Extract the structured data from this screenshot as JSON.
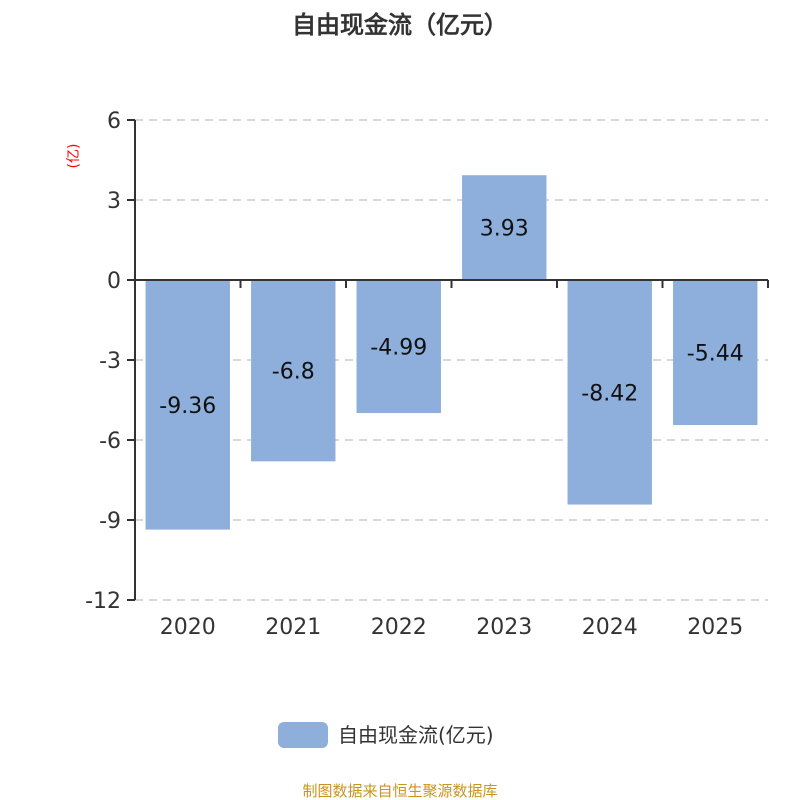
{
  "chart_data": {
    "type": "bar",
    "title": "自由现金流（亿元）",
    "ylabel": "(亿)",
    "xlabel": "",
    "categories": [
      "2020",
      "2021",
      "2022",
      "2023",
      "2024",
      "2025"
    ],
    "values": [
      -9.36,
      -6.8,
      -4.99,
      3.93,
      -8.42,
      -5.44
    ],
    "data_labels": [
      "-9.36",
      "-6.8",
      "-4.99",
      "3.93",
      "-8.42",
      "-5.44"
    ],
    "yticks": [
      6,
      3,
      0,
      -3,
      -6,
      -9,
      -12
    ],
    "ytick_labels": [
      "6",
      "3",
      "0",
      "-3",
      "-6",
      "-9",
      "-12"
    ],
    "ylim": [
      -12,
      6
    ],
    "grid": true,
    "legend": {
      "position": "bottom",
      "entries": [
        "自由现金流(亿元)"
      ]
    },
    "series_color": "#8eaedb",
    "ylabel_color": "#ff0000",
    "source": "制图数据来自恒生聚源数据库",
    "source_color": "#c8961e"
  }
}
